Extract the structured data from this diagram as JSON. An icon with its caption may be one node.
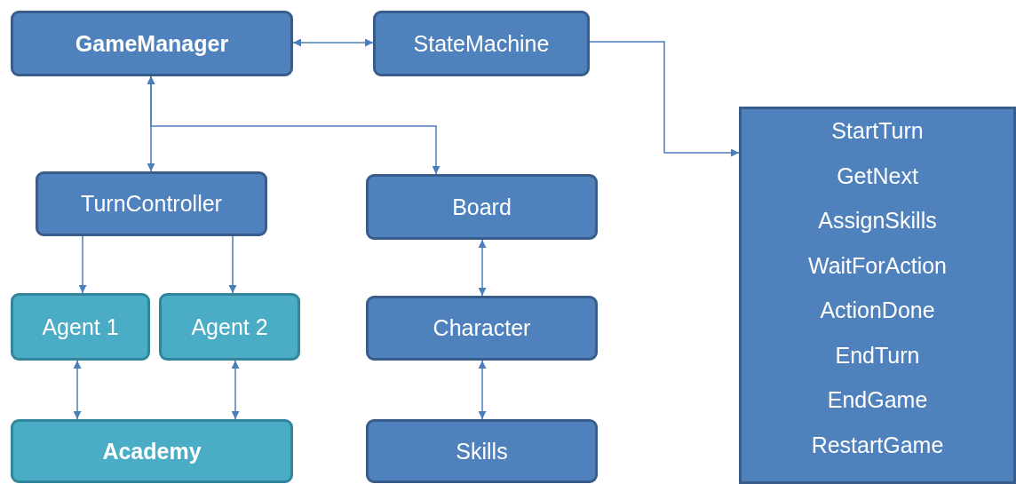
{
  "diagram": {
    "nodes": [
      {
        "text": [
          "GameManager"
        ]
      },
      {
        "text": [
          "StateMachine"
        ]
      },
      {
        "text": [
          "TurnController"
        ]
      },
      {
        "text": [
          "Board"
        ]
      },
      {
        "text": [
          "Agent 1"
        ]
      },
      {
        "text": [
          "Agent 2"
        ]
      },
      {
        "text": [
          "Character"
        ]
      },
      {
        "text": [
          "Academy"
        ]
      },
      {
        "text": [
          "Skills"
        ]
      },
      {
        "text": [
          "StartTurn",
          "GetNext",
          "AssignSkills",
          "WaitForAction",
          "ActionDone",
          "EndTurn",
          "EndGame",
          "RestartGame"
        ]
      }
    ],
    "edges": [
      {
        "from": 0,
        "to": 1,
        "arrow": "both"
      },
      {
        "from": 1,
        "to": 9,
        "arrow": "to"
      },
      {
        "from": 0,
        "to": 2,
        "arrow": "both"
      },
      {
        "from": 0,
        "to": 3,
        "arrow": "both"
      },
      {
        "from": 2,
        "to": 4,
        "arrow": "to"
      },
      {
        "from": 2,
        "to": 5,
        "arrow": "to"
      },
      {
        "from": 4,
        "to": 7,
        "arrow": "both"
      },
      {
        "from": 5,
        "to": 7,
        "arrow": "both"
      },
      {
        "from": 3,
        "to": 6,
        "arrow": "both"
      },
      {
        "from": 6,
        "to": 8,
        "arrow": "both"
      }
    ]
  }
}
